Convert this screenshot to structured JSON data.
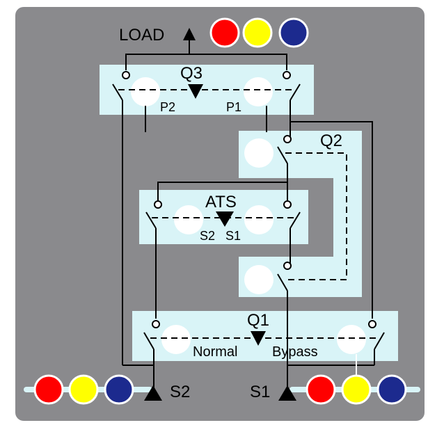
{
  "colors": {
    "panel_bg": "#8a8a8d",
    "box_fill": "#d9f4f7",
    "wire": "#000000",
    "phase_red": "#ff0000",
    "phase_yellow": "#ffff00",
    "phase_blue": "#1c2a8e"
  },
  "load": {
    "label": "LOAD"
  },
  "q3": {
    "label": "Q3",
    "left_pos": "P2",
    "right_pos": "P1"
  },
  "q2": {
    "label": "Q2"
  },
  "ats": {
    "label": "ATS",
    "left_pos": "S2",
    "right_pos": "S1"
  },
  "q1": {
    "label": "Q1",
    "left_pos": "Normal",
    "right_pos": "Bypass"
  },
  "sources": {
    "s2": "S2",
    "s1": "S1"
  },
  "icons": [
    "triangle-up-icon",
    "triangle-down-icon",
    "phase-dot-icon"
  ]
}
